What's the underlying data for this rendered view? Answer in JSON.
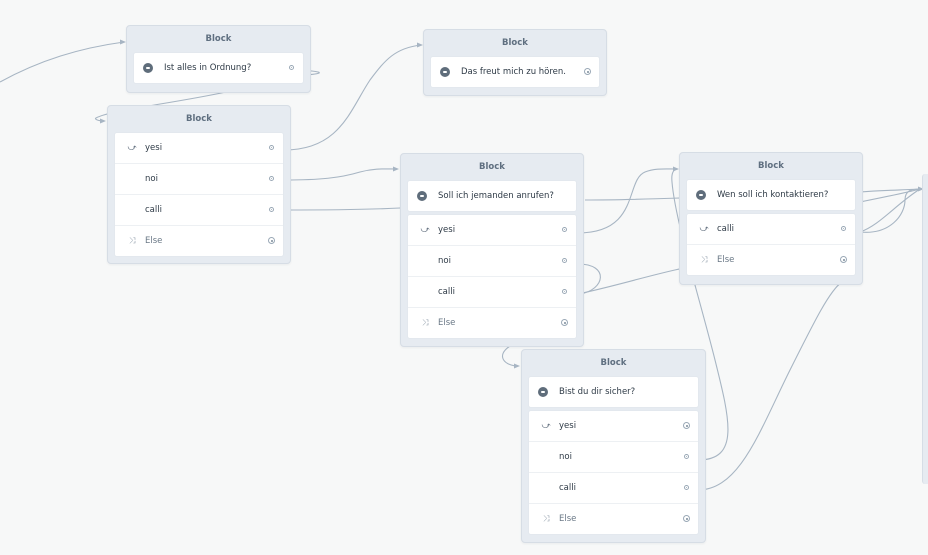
{
  "diagram": {
    "colors": {
      "background": "#f7f8f8",
      "block": "#e6ebf1",
      "card": "#ffffff",
      "edge": "#a7b5c3",
      "icon": "#5f6d7b"
    },
    "blocks": [
      {
        "id": "b1",
        "title": "Block",
        "message": "Ist alles in Ordnung?",
        "options": [],
        "else_label": null
      },
      {
        "id": "b2",
        "title": "Block",
        "message": "Das freut mich zu hören.",
        "options": [],
        "else_label": null
      },
      {
        "id": "b3",
        "title": "Block",
        "message": null,
        "options": [
          "yesi",
          "noi",
          "calli"
        ],
        "else_label": "Else"
      },
      {
        "id": "b4",
        "title": "Block",
        "message": "Soll ich jemanden anrufen?",
        "options": [
          "yesi",
          "noi",
          "calli"
        ],
        "else_label": "Else"
      },
      {
        "id": "b5",
        "title": "Block",
        "message": "Wen soll ich kontaktieren?",
        "options": [
          "calli"
        ],
        "else_label": "Else"
      },
      {
        "id": "b6",
        "title": "Block",
        "message": "Bist du dir sicher?",
        "options": [
          "yesi",
          "noi",
          "calli"
        ],
        "else_label": "Else"
      }
    ],
    "icons": {
      "message": "chat-bubble-icon",
      "condition": "branch-arrow-icon",
      "else": "shuffle-icon"
    }
  }
}
